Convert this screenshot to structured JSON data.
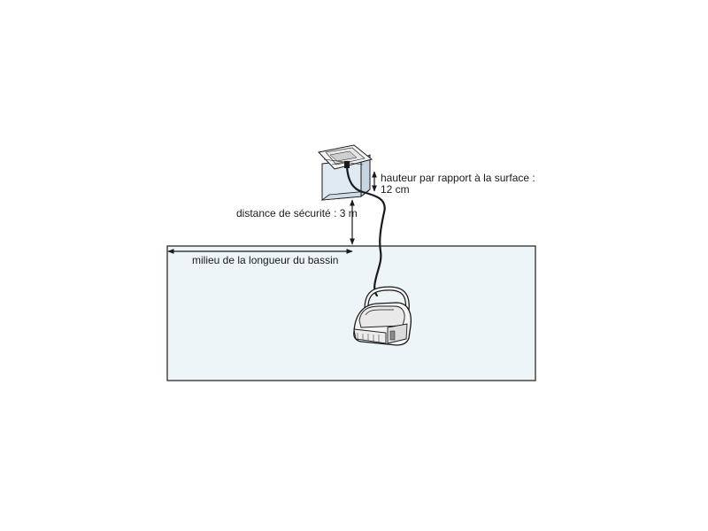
{
  "diagram": {
    "labels": {
      "height_line1": "hauteur par rapport à la surface :",
      "height_line2": "12 cm",
      "safety_distance": "distance de sécurité : 3 m",
      "pool_middle": "milieu de la longueur du bassin"
    },
    "colors": {
      "pool_fill": "#eef5f9",
      "outline": "#1a1a1a",
      "box_fill": "#dfeaf3",
      "robot_fill": "#f4f4f4"
    }
  }
}
